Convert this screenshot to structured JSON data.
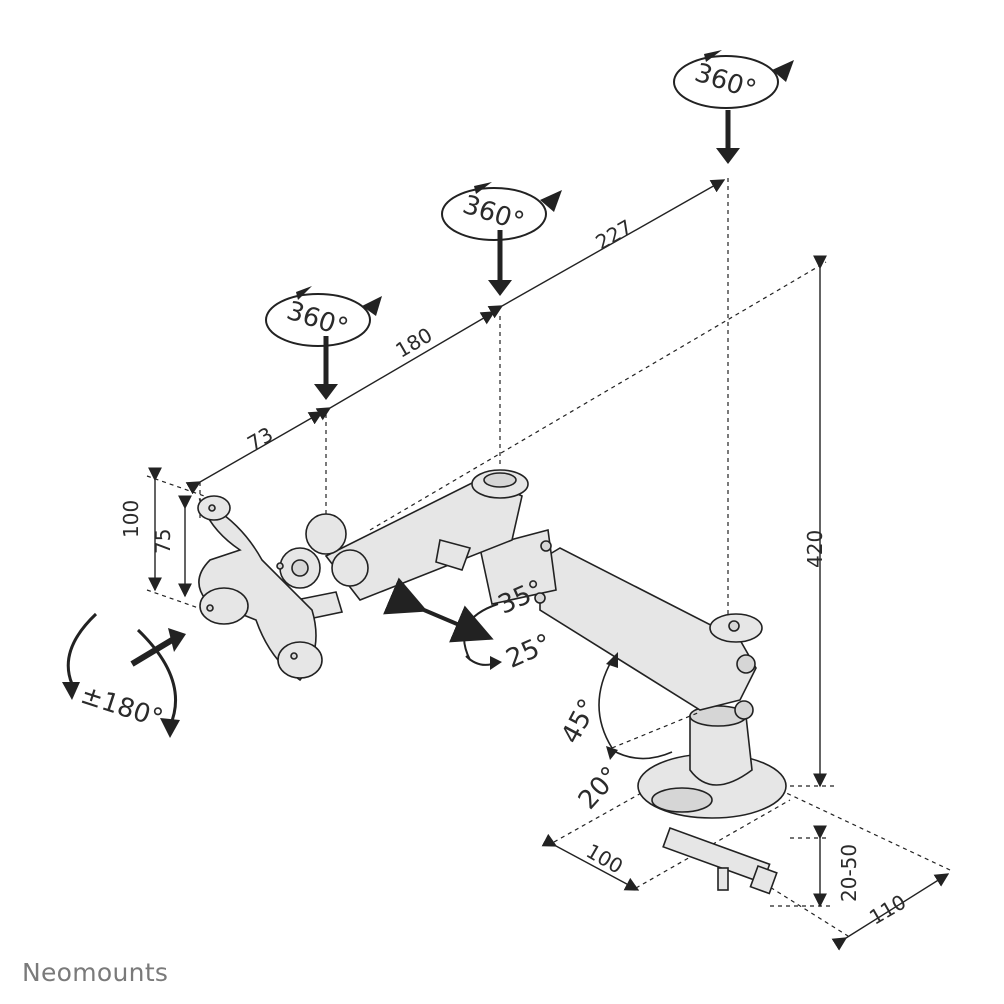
{
  "brand": "Neomounts",
  "dimensions": {
    "d73": "73",
    "d180": "180",
    "d227": "227",
    "d420": "420",
    "d100_vesa": "100",
    "d75_vesa": "75",
    "d100_base": "100",
    "d110_base": "110",
    "d20_50": "20-50"
  },
  "angles": {
    "swivel_1": "360°",
    "swivel_2": "360°",
    "swivel_3": "360°",
    "rotate": "±180°",
    "tilt_up": "35°",
    "tilt_down": "25°",
    "lift": "45°",
    "lower": "20°"
  }
}
